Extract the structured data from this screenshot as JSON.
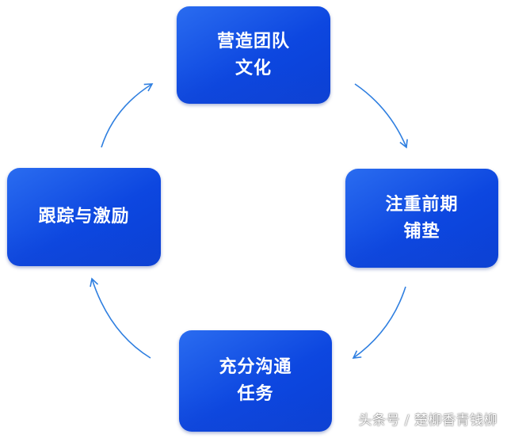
{
  "diagram": {
    "nodes": {
      "top": {
        "label": "营造团队\n文化"
      },
      "right": {
        "label": "注重前期\n铺垫"
      },
      "bottom": {
        "label": "充分沟通\n任务"
      },
      "left": {
        "label": "跟踪与激励"
      }
    },
    "flow": [
      "top",
      "right",
      "bottom",
      "left",
      "top"
    ],
    "node_color": "#1150e6",
    "arrow_color": "#2f7fe0"
  },
  "watermark": {
    "text": "头条号 / 楚柳香青钱柳"
  }
}
